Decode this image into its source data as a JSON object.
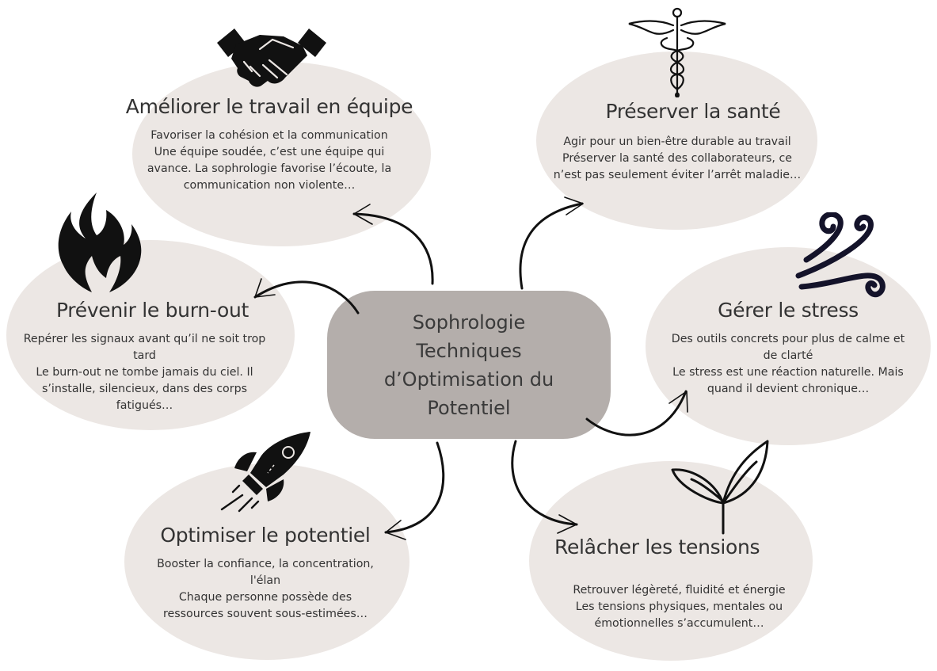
{
  "center": {
    "lines": [
      "Sophrologie",
      "Techniques",
      "d’Optimisation du",
      "Potentiel"
    ]
  },
  "nodes": {
    "teamwork": {
      "icon": "handshake-icon",
      "title": "Améliorer le travail en équipe",
      "desc": [
        "Favoriser la cohésion et la communication",
        "Une équipe soudée, c’est une équipe qui",
        "avance. La sophrologie favorise l’écoute, la",
        "communication non violente…"
      ]
    },
    "health": {
      "icon": "caduceus-icon",
      "title": "Préserver la santé",
      "desc": [
        "Agir pour un bien-être durable au travail",
        "Préserver la santé des collaborateurs, ce",
        "n’est pas seulement éviter l’arrêt maladie…"
      ]
    },
    "burnout": {
      "icon": "flame-icon",
      "title": "Prévenir le burn-out",
      "desc": [
        "Repérer les signaux avant qu’il ne soit trop",
        "tard",
        "Le burn-out ne tombe jamais du ciel. Il",
        "s’installe, silencieux, dans des corps",
        "fatigués…"
      ]
    },
    "stress": {
      "icon": "wind-icon",
      "title": "Gérer le stress",
      "desc": [
        "Des outils concrets pour plus de calme et",
        "de clarté",
        "Le stress est une réaction naturelle. Mais",
        "quand il devient chronique…"
      ]
    },
    "potential": {
      "icon": "rocket-icon",
      "title": "Optimiser le potentiel",
      "desc": [
        "Booster la confiance, la concentration,",
        "l'élan",
        "Chaque personne possède des",
        "ressources souvent sous-estimées…"
      ]
    },
    "tensions": {
      "icon": "sprout-icon",
      "title": "Relâcher les tensions",
      "desc": [
        "Retrouver légèreté, fluidité et énergie",
        "Les tensions physiques, mentales ou",
        "émotionnelles s’accumulent…"
      ]
    }
  },
  "colors": {
    "ellipse": "#ece7e4",
    "center": "#b4aeab",
    "text": "#333333",
    "ink": "#111111"
  }
}
